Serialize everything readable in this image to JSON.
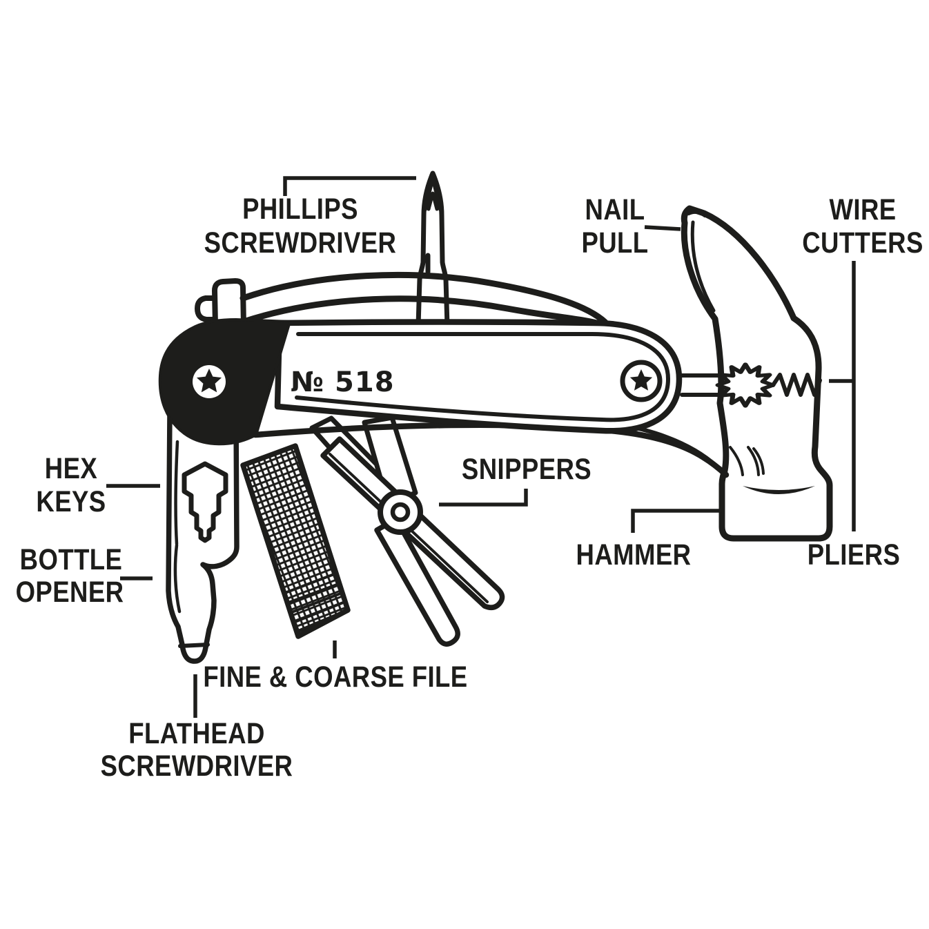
{
  "page": {
    "background": "#ffffff"
  },
  "diagram": {
    "type": "labeled-illustration",
    "subject": "multi-tool hammer",
    "product_number": "№ 518",
    "ink_color": "#1d1d1b",
    "labels": {
      "phillips_screwdriver": {
        "lines": [
          "PHILLIPS",
          "SCREWDRIVER"
        ]
      },
      "nail_pull": {
        "lines": [
          "NAIL",
          "PULL"
        ]
      },
      "wire_cutters": {
        "lines": [
          "WIRE",
          "CUTTERS"
        ]
      },
      "hex_keys": {
        "lines": [
          "HEX",
          "KEYS"
        ]
      },
      "bottle_opener": {
        "lines": [
          "BOTTLE",
          "OPENER"
        ]
      },
      "snippers": {
        "lines": [
          "SNIPPERS"
        ]
      },
      "hammer": {
        "lines": [
          "HAMMER"
        ]
      },
      "pliers": {
        "lines": [
          "PLIERS"
        ]
      },
      "fine_coarse_file": {
        "lines": [
          "FINE & COARSE FILE"
        ]
      },
      "flathead_screwdriver": {
        "lines": [
          "FLATHEAD",
          "SCREWDRIVER"
        ]
      }
    }
  }
}
